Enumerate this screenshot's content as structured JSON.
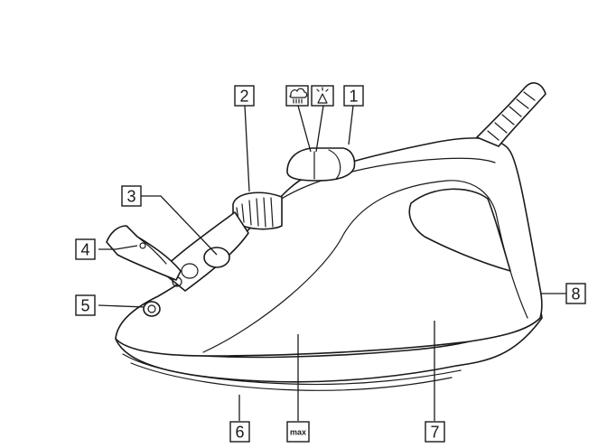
{
  "callouts": [
    {
      "id": "1",
      "text": "1"
    },
    {
      "id": "2",
      "text": "2"
    },
    {
      "id": "3",
      "text": "3"
    },
    {
      "id": "4",
      "text": "4"
    },
    {
      "id": "5",
      "text": "5"
    },
    {
      "id": "6",
      "text": "6"
    },
    {
      "id": "7",
      "text": "7"
    },
    {
      "id": "8",
      "text": "8"
    }
  ],
  "max_mark": "max",
  "icons": [
    "steam-burst-icon",
    "spray-icon"
  ],
  "colors": {
    "line": "#1a1a1a",
    "background": "#ffffff"
  }
}
